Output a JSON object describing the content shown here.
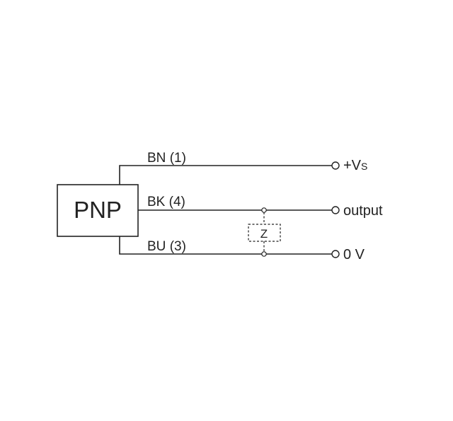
{
  "sensor": {
    "type_label": "PNP"
  },
  "wires": [
    {
      "id": "bn",
      "color_code": "BN",
      "pin": "(1)",
      "terminal": "+V",
      "terminal_sub": "S"
    },
    {
      "id": "bk",
      "color_code": "BK",
      "pin": "(4)",
      "terminal": "output"
    },
    {
      "id": "bu",
      "color_code": "BU",
      "pin": "(3)",
      "terminal": "0 V"
    }
  ],
  "load": {
    "label": "Z"
  }
}
